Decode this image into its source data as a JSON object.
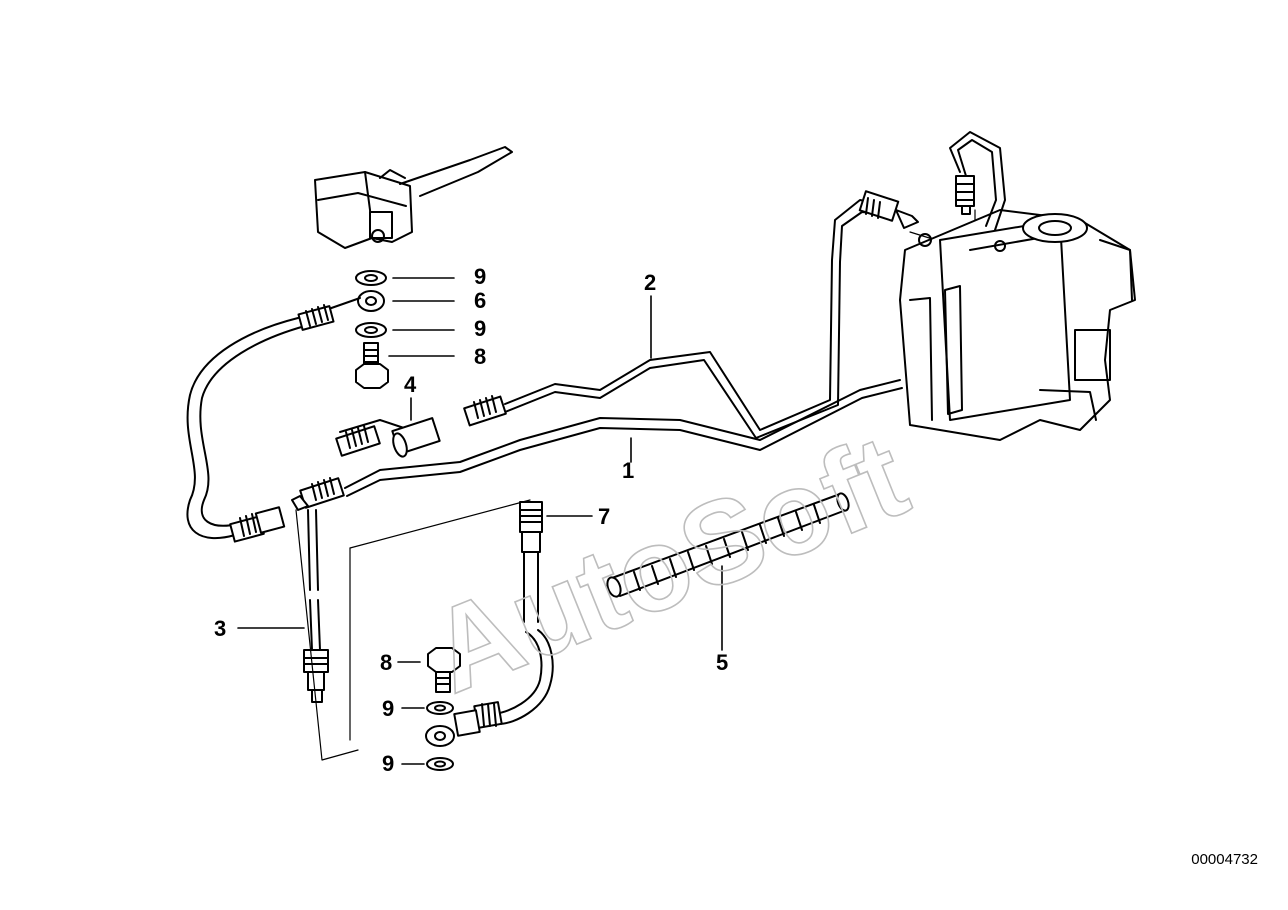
{
  "watermark": "AutoSoft",
  "document_number": "00004732",
  "callouts": [
    {
      "id": "c1",
      "label": "1"
    },
    {
      "id": "c2",
      "label": "2"
    },
    {
      "id": "c3",
      "label": "3"
    },
    {
      "id": "c4",
      "label": "4"
    },
    {
      "id": "c5",
      "label": "5"
    },
    {
      "id": "c6",
      "label": "6"
    },
    {
      "id": "c7",
      "label": "7"
    },
    {
      "id": "c8a",
      "label": "8"
    },
    {
      "id": "c8b",
      "label": "8"
    },
    {
      "id": "c9a",
      "label": "9"
    },
    {
      "id": "c9b",
      "label": "9"
    },
    {
      "id": "c9c",
      "label": "9"
    },
    {
      "id": "c9d",
      "label": "9"
    }
  ]
}
